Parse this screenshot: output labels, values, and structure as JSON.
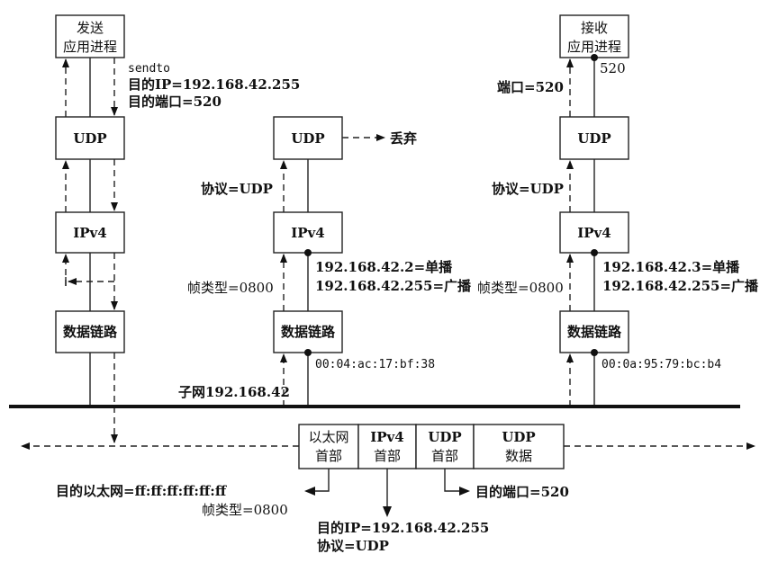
{
  "sender": {
    "app_line1": "发送",
    "app_line2": "应用进程",
    "udp": "UDP",
    "ipv4": "IPv4",
    "link": "数据链路",
    "sendto": "sendto",
    "dest_ip": "目的IP=192.168.42.255",
    "dest_port": "目的端口=520"
  },
  "middle": {
    "udp": "UDP",
    "ipv4": "IPv4",
    "link": "数据链路",
    "discard": "丢弃",
    "proto": "协议=UDP",
    "frame_type": "帧类型=0800",
    "unicast": "192.168.42.2=单播",
    "broadcast": "192.168.42.255=广播",
    "mac": "00:04:ac:17:bf:38",
    "subnet": "子网192.168.42"
  },
  "receiver": {
    "app_line1": "接收",
    "app_line2": "应用进程",
    "port_num": "520",
    "port": "端口=520",
    "udp": "UDP",
    "ipv4": "IPv4",
    "link": "数据链路",
    "proto": "协议=UDP",
    "frame_type": "帧类型=0800",
    "unicast": "192.168.42.3=单播",
    "broadcast": "192.168.42.255=广播",
    "mac": "00:0a:95:79:bc:b4"
  },
  "frame": {
    "eth_line1": "以太网",
    "eth_line2": "首部",
    "ipv4_line1": "IPv4",
    "ipv4_line2": "首部",
    "udp_line1": "UDP",
    "udp_line2": "首部",
    "data_line1": "UDP",
    "data_line2": "数据"
  },
  "annotations": {
    "dest_eth": "目的以太网=ff:ff:ff:ff:ff:ff",
    "frame_type": "帧类型=0800",
    "dest_ip": "目的IP=192.168.42.255",
    "proto": "协议=UDP",
    "dest_port": "目的端口=520"
  }
}
